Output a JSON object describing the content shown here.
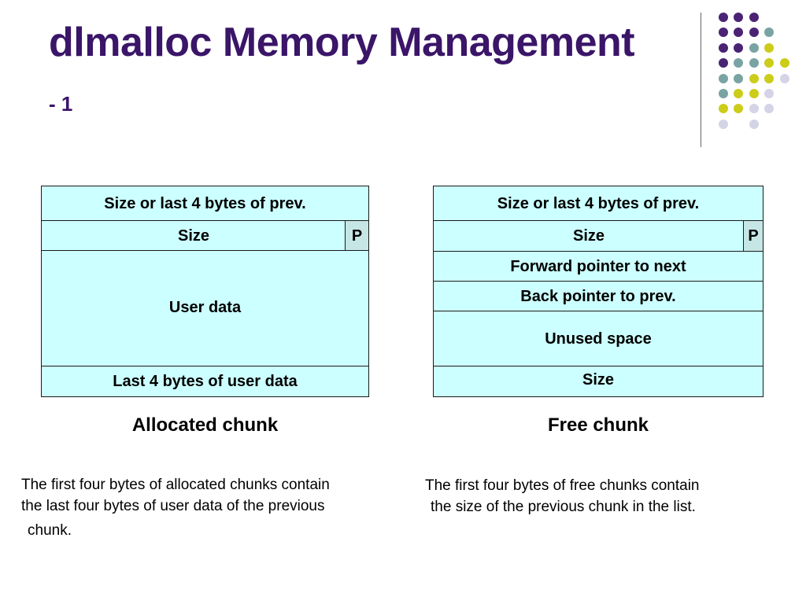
{
  "title": "dlmalloc Memory Management",
  "subtitle": "- 1",
  "decoration": {
    "colors": {
      "purple": "#4a2374",
      "teal": "#7aa3a3",
      "yellow": "#cccc1a",
      "lavender": "#d4d4e6"
    }
  },
  "allocated": {
    "rows": [
      "Size or last 4 bytes of prev.",
      "Size",
      "P",
      "User data",
      "Last 4 bytes of user data"
    ],
    "caption": "Allocated chunk",
    "note_lines": [
      "The first four bytes of allocated chunks contain",
      "the last four bytes of user data of the previous",
      "chunk."
    ]
  },
  "free": {
    "rows": [
      "Size or last 4 bytes of prev.",
      "Size",
      "P",
      "Forward pointer to next",
      "Back pointer to prev.",
      "Unused space",
      "Size"
    ],
    "caption": "Free chunk",
    "note_lines": [
      "The first four bytes of free chunks contain",
      "the size of the previous chunk in the list."
    ]
  }
}
